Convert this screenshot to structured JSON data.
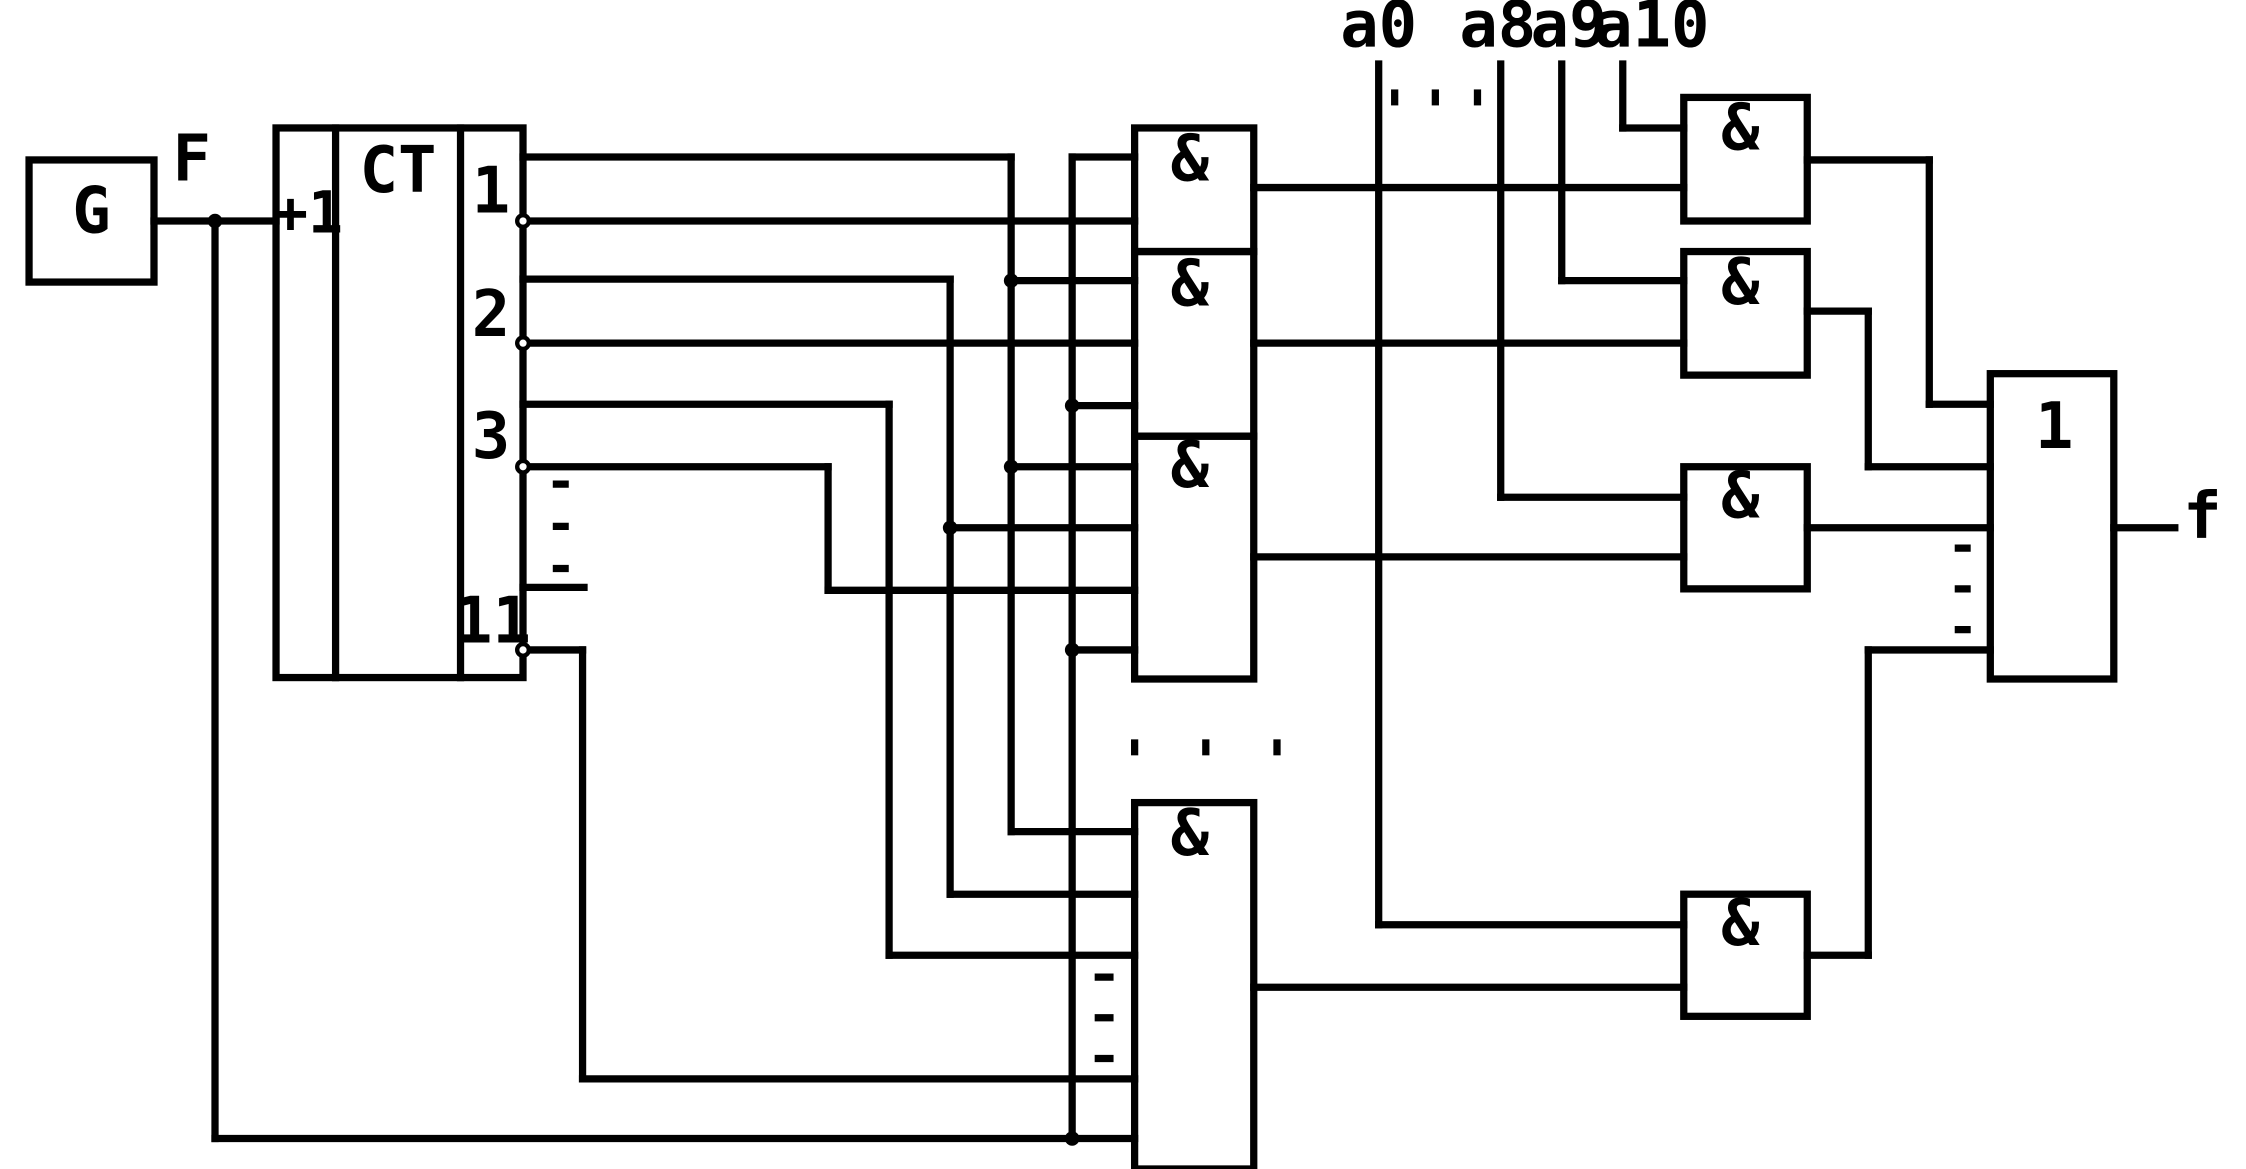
{
  "diagram": {
    "generator": {
      "label": "G",
      "output_label": "F"
    },
    "counter": {
      "input_label": "+1",
      "title": "CT",
      "outputs": [
        "1",
        "2",
        "3",
        "11"
      ]
    },
    "and_gate_label": "&",
    "or_gate": {
      "label": "1",
      "output_label": "f"
    },
    "address_inputs": [
      "a0",
      "a8",
      "a9",
      "a10"
    ],
    "ellipsis_dot": "."
  }
}
